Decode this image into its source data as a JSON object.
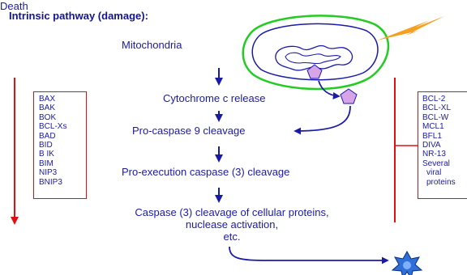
{
  "title": "Intrinsic pathway (damage):",
  "steps": {
    "mitochondria": "Mitochondria",
    "cytochrome": "Cytochrome c release",
    "procaspase9": "Pro-caspase 9 cleavage",
    "proexecution": "Pro-execution caspase (3) cleavage",
    "caspase3_line1": "Caspase (3) cleavage of cellular proteins,",
    "caspase3_line2": "nuclease activation,",
    "caspase3_line3": "etc."
  },
  "pro_apoptotic": [
    "BAX",
    "BAK",
    "BOK",
    "BCL-Xs",
    "BAD",
    "BID",
    "B IK",
    "BIM",
    "NIP3",
    "BNIP3"
  ],
  "anti_apoptotic": [
    "BCL-2",
    "BCL-XL",
    "BCL-W",
    "MCL1",
    "BFL1",
    "DIVA",
    "NR-13",
    "Several",
    "viral",
    "proteins"
  ],
  "death_label": "Death",
  "colors": {
    "text": "#1a1aa8",
    "title": "#14148c",
    "red": "#e01010",
    "mito_outer": "#22cc22",
    "pentagon": "#d8a4e8",
    "lightning": "#f5a020",
    "death_star": "#2e6fd8"
  }
}
